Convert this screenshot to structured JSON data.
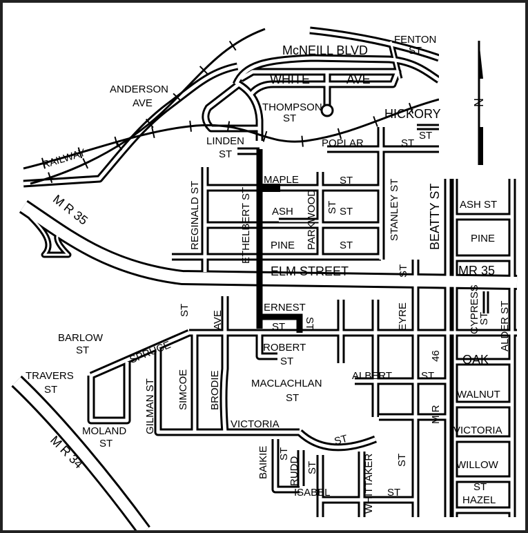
{
  "colors": {
    "road_outline": "#000000",
    "road_fill": "#ffffff",
    "highlight": "#000000"
  },
  "north_arrow": {
    "label": "N"
  },
  "labels": {
    "mcneill": "McNEILL BLVD",
    "fenton": "FENTON",
    "fenton_st": "ST",
    "white": "WHITE",
    "white_ave": "AVE",
    "anderson": "ANDERSON",
    "anderson_ave": "AVE",
    "thompson": "THOMPSON",
    "thompson_st": "ST",
    "hickory": "HICKORY",
    "hickory_st": "ST",
    "railway": "RAILWAY",
    "linden": "LINDEN",
    "linden_st": "ST",
    "poplar": "POPLAR",
    "poplar_st": "ST",
    "maple": "MAPLE",
    "maple_st": "ST",
    "reginald": "REGINALD  ST",
    "ethelbert": "ETHELBERT ST",
    "parkwood": "PARKWOOD",
    "parkwood_st": "ST",
    "stanley": "STANLEY ST",
    "beatty": "BEATTY ST",
    "ash": "ASH",
    "ash_st": "ST",
    "ash_st_right": "ASH ST",
    "pine": "PINE",
    "pine_st": "ST",
    "pine_right": "PINE",
    "mr35_left": "M R 35",
    "elm": "ELM STREET",
    "elm_st_vert": "ST",
    "mr35_right": "MR 35",
    "ernest": "ERNEST",
    "ernest_st": "ST",
    "ernest_st2": "ST",
    "cypress": "CYPRESS",
    "cypress_st": "ST",
    "alder": "ALDER ST",
    "eyre": "EYRE",
    "st_spruce": "ST",
    "ave_brodie": "AVE",
    "barlow": "BARLOW",
    "barlow_st": "ST",
    "spruce": "SPRUCE",
    "robert": "ROBERT",
    "robert_st": "ST",
    "mr46": "46",
    "oak": "OAK",
    "travers": "TRAVERS",
    "travers_st": "ST",
    "maclachlan": "MACLACHLAN",
    "maclachlan_st": "ST",
    "albert": "ALBERT",
    "albert_st": "ST",
    "gilman": "GILMAN ST",
    "simcoe": "SIMCOE",
    "brodie": "BRODIE",
    "walnut": "WALNUT",
    "mr_vert": "M R",
    "moland": "MOLAND",
    "moland_st": "ST",
    "victoria": "VICTORIA",
    "victoria_right": "VICTORIA",
    "victoria_st": "ST",
    "mr34": "M R 34",
    "baikie": "BAIKIE",
    "baikie_st": "ST",
    "rudd": "RUDD",
    "rudd_st": "ST",
    "whittaker": "WHITTAKER",
    "whittaker_st": "ST",
    "whittaker_st2": "ST",
    "willow": "WILLOW",
    "hazel_st": "ST",
    "hazel": "HAZEL",
    "isabel": "ISABEL"
  }
}
